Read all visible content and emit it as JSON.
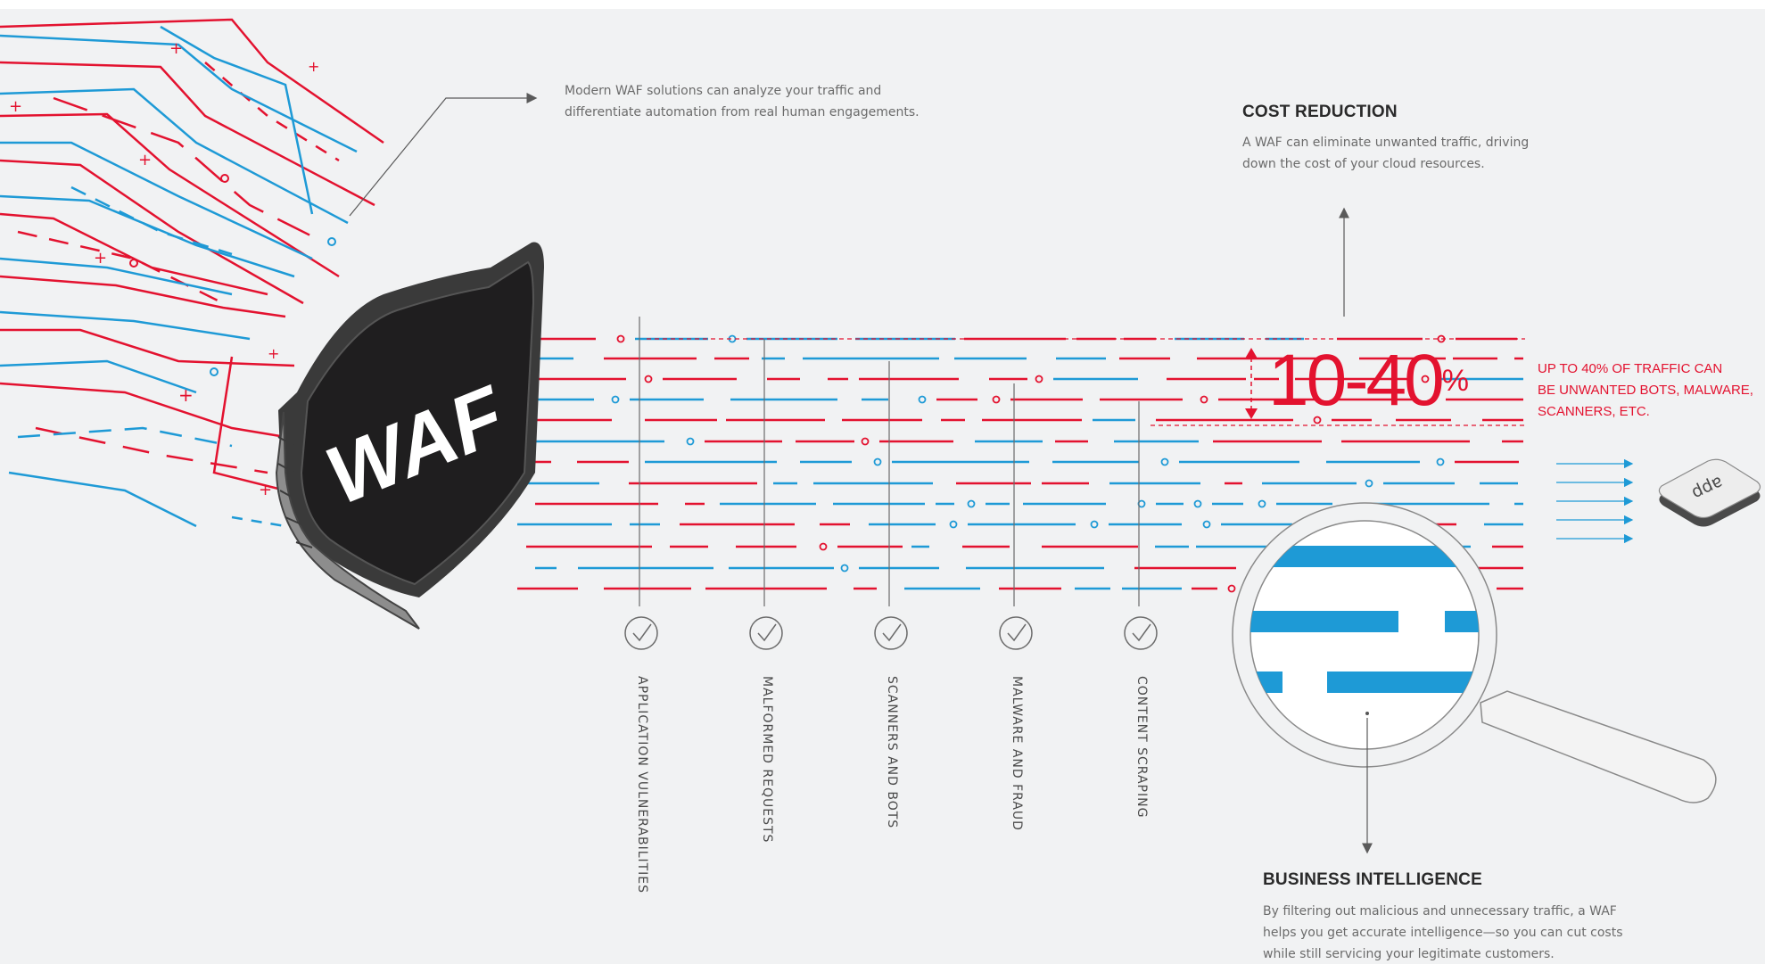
{
  "annotation_automation": {
    "line1": "Modern WAF solutions can analyze your traffic and",
    "line2": "differentiate automation from real human engagements."
  },
  "cost_reduction": {
    "title": "COST REDUCTION",
    "line1": "A WAF can eliminate unwanted traffic, driving",
    "line2": "down the cost of your cloud resources."
  },
  "stat": {
    "value": "10-40",
    "unit": "%"
  },
  "unwanted_note": {
    "line1": "UP TO 40% OF TRAFFIC CAN",
    "line2": "BE UNWANTED BOTS, MALWARE,",
    "line3": "SCANNERS, ETC."
  },
  "shield": {
    "label": "WAF"
  },
  "app_tile": {
    "label": "app"
  },
  "categories": [
    "APPLICATION VULNERABILITIES",
    "MALFORMED REQUESTS",
    "SCANNERS AND BOTS",
    "MALWARE AND FRAUD",
    "CONTENT SCRAPING"
  ],
  "business_intelligence": {
    "title": "BUSINESS INTELLIGENCE",
    "line1": "By filtering out malicious and unnecessary traffic, a WAF",
    "line2": "helps you get accurate intelligence—so you can cut costs",
    "line3": "while still servicing your legitimate customers."
  },
  "colors": {
    "red": "#e3122f",
    "blue": "#1e9ad6",
    "grey": "#6b6b6b",
    "shield": "#1f1e1f",
    "background": "#f1f2f3"
  }
}
